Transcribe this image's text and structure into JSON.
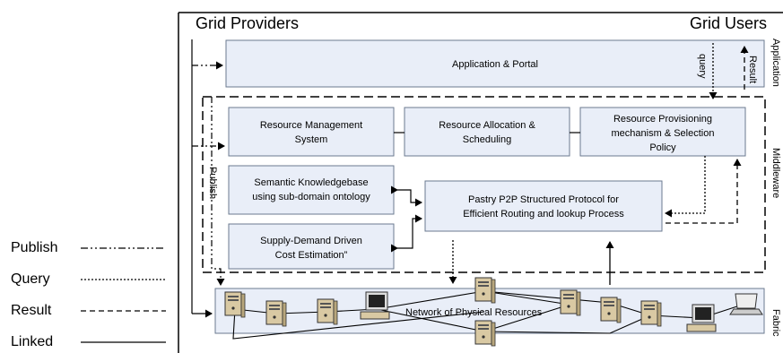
{
  "header": {
    "providers": "Grid Providers",
    "users": "Grid Users"
  },
  "layers": {
    "application": "Application",
    "middleware": "Middleware",
    "fabric": "Fabric"
  },
  "boxes": {
    "app_portal": "Application & Portal",
    "rms_line1": "Resource Management",
    "rms_line2": "System",
    "alloc_line1": "Resource Allocation &",
    "alloc_line2": "Scheduling",
    "prov_line1": "Resource Provisioning",
    "prov_line2": "mechanism & Selection",
    "prov_line3": "Policy",
    "sem_line1": "Semantic Knowledgebase",
    "sem_line2": "using sub-domain ontology",
    "pastry_line1": "Pastry P2P Structured Protocol for",
    "pastry_line2": "Efficient Routing and lookup Process",
    "supply_line1": "Supply-Demand Driven",
    "supply_line2": "Cost Estimation”",
    "network": "Network of Physical Resources"
  },
  "flow_labels": {
    "query": "query",
    "result": "Result",
    "publish": "Publish"
  },
  "legend": [
    {
      "label": "Publish",
      "style": "dash-dot-dot"
    },
    {
      "label": "Query",
      "style": "dotted"
    },
    {
      "label": "Result",
      "style": "dashed"
    },
    {
      "label": "Linked",
      "style": "solid"
    }
  ],
  "colors": {
    "box_fill": "#e9eef8",
    "box_stroke": "#6b7a8f",
    "device": "#d9c9a3"
  }
}
